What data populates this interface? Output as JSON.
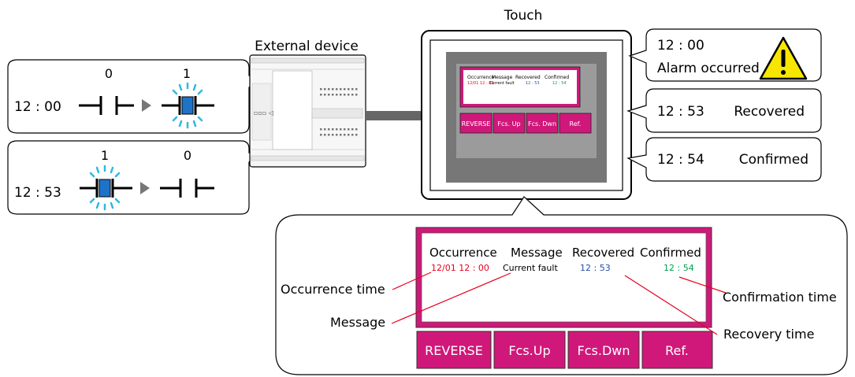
{
  "labels": {
    "touch": "Touch",
    "external_device": "External device"
  },
  "contact_events": [
    {
      "time": "12 : 00",
      "before": "0",
      "after": "1"
    },
    {
      "time": "12 : 53",
      "before": "1",
      "after": "0"
    }
  ],
  "callouts": {
    "alarm_time": "12 : 00",
    "alarm_text": "Alarm occurred",
    "recovered_time": "12 : 53",
    "recovered_text": "Recovered",
    "confirmed_time": "12 : 54",
    "confirmed_text": "Confirmed"
  },
  "alarm_list": {
    "headers": [
      "Occurrence",
      "Message",
      "Recovered",
      "Confirmed"
    ],
    "row": {
      "occurrence": "12/01 12 : 00",
      "message": "Current fault",
      "recovered": "12 : 53",
      "confirmed": "12 : 54"
    },
    "buttons": {
      "reverse_small": "REVERSE",
      "focus_up_small": "Fcs. Up",
      "focus_down_small": "Fcs. Dwn",
      "refresh_small": "Ref.",
      "reverse": "REVERSE",
      "focus_up": "Fcs.Up",
      "focus_down": "Fcs.Dwn",
      "refresh": "Ref."
    }
  },
  "annotations": {
    "occurrence_time": "Occurrence time",
    "message": "Message",
    "recovery_time": "Recovery time",
    "confirmation_time": "Confirmation time"
  },
  "colors": {
    "occurrence": "#e8001c",
    "recovered": "#1f4fa8",
    "confirmed": "#00a050",
    "button": "#d0187a",
    "leader": "#e8001c"
  }
}
